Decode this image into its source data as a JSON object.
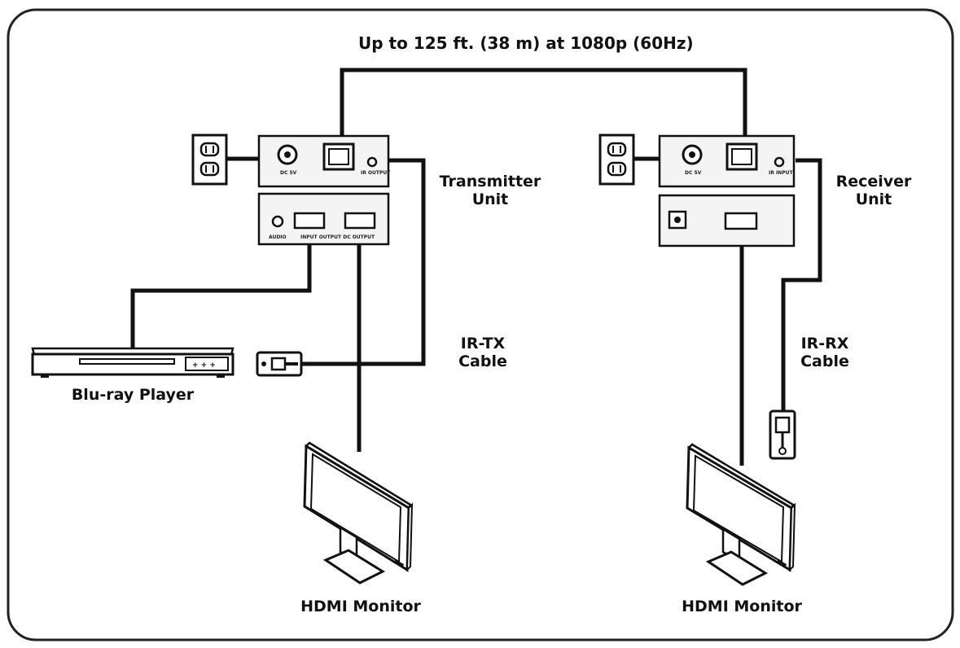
{
  "diagram": {
    "title": "Up to 125 ft. (38 m) at 1080p (60Hz)",
    "labels": {
      "transmitter": [
        "Transmitter",
        "Unit"
      ],
      "receiver": [
        "Receiver",
        "Unit"
      ],
      "ir_tx": [
        "IR-TX",
        "Cable"
      ],
      "ir_rx": [
        "IR-RX",
        "Cable"
      ],
      "bluray": "Blu-ray Player",
      "monitor_left": "HDMI Monitor",
      "monitor_right": "HDMI Monitor"
    },
    "ports": {
      "tx_dc": "DC 5V",
      "tx_ir": "IR OUTPUT",
      "tx_audio": "AUDIO",
      "tx_hdmi": "INPUT OUTPUT DC OUTPUT",
      "rx_dc": "DC 5V",
      "rx_ir": "IR INPUT"
    },
    "colors": {
      "line": "#111111",
      "frame": "#222222",
      "device_fill": "#f4f4f4",
      "screen_fill": "#ffffff"
    }
  }
}
